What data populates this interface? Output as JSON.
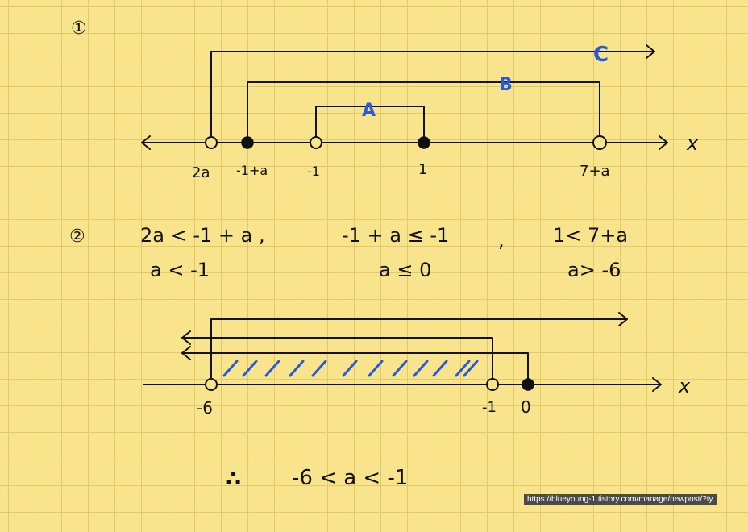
{
  "step1": {
    "marker": "①",
    "axis_var": "x",
    "labels": {
      "p_2a": "2a",
      "p_m1pa": "-1+a",
      "p_m1": "-1",
      "p_1": "1",
      "p_7pa": "7+a"
    },
    "sets": {
      "A": "A",
      "B": "B",
      "C": "C"
    }
  },
  "step2": {
    "marker": "②",
    "inequalities": [
      {
        "condition": "2a < -1 + a ,",
        "result": "a < -1"
      },
      {
        "condition": "-1 + a ≤ -1",
        "comma": ",",
        "result": "a ≤ 0"
      },
      {
        "condition": "1< 7+a",
        "result": "a> -6"
      }
    ],
    "axis_var": "x",
    "labels": {
      "p_m6": "-6",
      "p_m1": "-1",
      "p_0": "0"
    }
  },
  "conclusion": {
    "therefore": "∴",
    "text": "-6 < a < -1"
  },
  "source_url": "https://blueyoung-1.tistory.com/manage/newpost/?ty",
  "colors": {
    "ink": "#111111",
    "blue": "#2a5bd7",
    "paper": "#f9e48e",
    "grid": "#e6c965"
  }
}
